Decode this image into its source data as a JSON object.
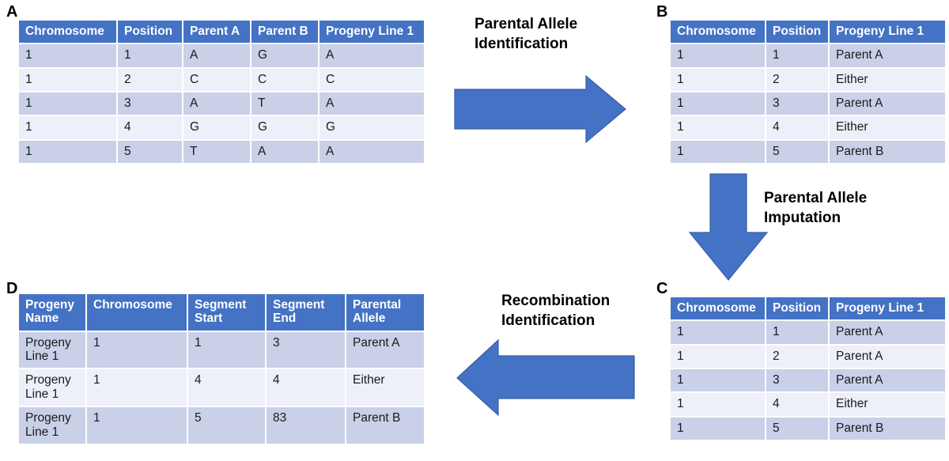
{
  "theme": {
    "header_blue": "#4472C4",
    "arrow_blue": "#4472C4",
    "arrow_stroke": "#2F528F",
    "row_dark": "#C9D0E8",
    "row_light": "#EDF0F9",
    "text_color": "#1A1A1A",
    "background": "#FFFFFF"
  },
  "panels": {
    "a": {
      "letter": "A"
    },
    "b": {
      "letter": "B"
    },
    "c": {
      "letter": "C"
    },
    "d": {
      "letter": "D"
    }
  },
  "table_a": {
    "name": "genotype-matrix-table",
    "headers": [
      "Chromosome",
      "Position",
      "Parent A",
      "Parent B",
      "Progeny Line 1"
    ],
    "rows": [
      [
        "1",
        "1",
        "A",
        "G",
        "A"
      ],
      [
        "1",
        "2",
        "C",
        "C",
        "C"
      ],
      [
        "1",
        "3",
        "A",
        "T",
        "A"
      ],
      [
        "1",
        "4",
        "G",
        "G",
        "G"
      ],
      [
        "1",
        "5",
        "T",
        "A",
        "A"
      ]
    ]
  },
  "table_b": {
    "name": "parental-allele-call-table",
    "headers": [
      "Chromosome",
      "Position",
      "Progeny Line 1"
    ],
    "rows": [
      [
        "1",
        "1",
        "Parent A"
      ],
      [
        "1",
        "2",
        "Either"
      ],
      [
        "1",
        "3",
        "Parent A"
      ],
      [
        "1",
        "4",
        "Either"
      ],
      [
        "1",
        "5",
        "Parent B"
      ]
    ]
  },
  "table_c": {
    "name": "imputed-parental-allele-table",
    "headers": [
      "Chromosome",
      "Position",
      "Progeny Line 1"
    ],
    "rows": [
      [
        "1",
        "1",
        "Parent A"
      ],
      [
        "1",
        "2",
        "Parent A"
      ],
      [
        "1",
        "3",
        "Parent A"
      ],
      [
        "1",
        "4",
        "Either"
      ],
      [
        "1",
        "5",
        "Parent B"
      ]
    ]
  },
  "table_d": {
    "name": "recombination-segment-table",
    "headers": [
      "Progeny\nName",
      "Chromosome",
      "Segment\nStart",
      "Segment\nEnd",
      "Parental\nAllele"
    ],
    "rows": [
      [
        "Progeny\nLine 1",
        "1",
        "1",
        "3",
        "Parent A"
      ],
      [
        "Progeny\nLine 1",
        "1",
        "4",
        "4",
        "Either"
      ],
      [
        "Progeny\nLine 1",
        "1",
        "5",
        "83",
        "Parent B"
      ]
    ]
  },
  "arrows": {
    "right": {
      "name": "parental-allele-identification-arrow",
      "label": "Parental Allele\nIdentification",
      "direction": "right"
    },
    "down": {
      "name": "parental-allele-imputation-arrow",
      "label": "Parental Allele\nImputation",
      "direction": "down"
    },
    "left": {
      "name": "recombination-identification-arrow",
      "label": "Recombination\nIdentification",
      "direction": "left"
    }
  }
}
